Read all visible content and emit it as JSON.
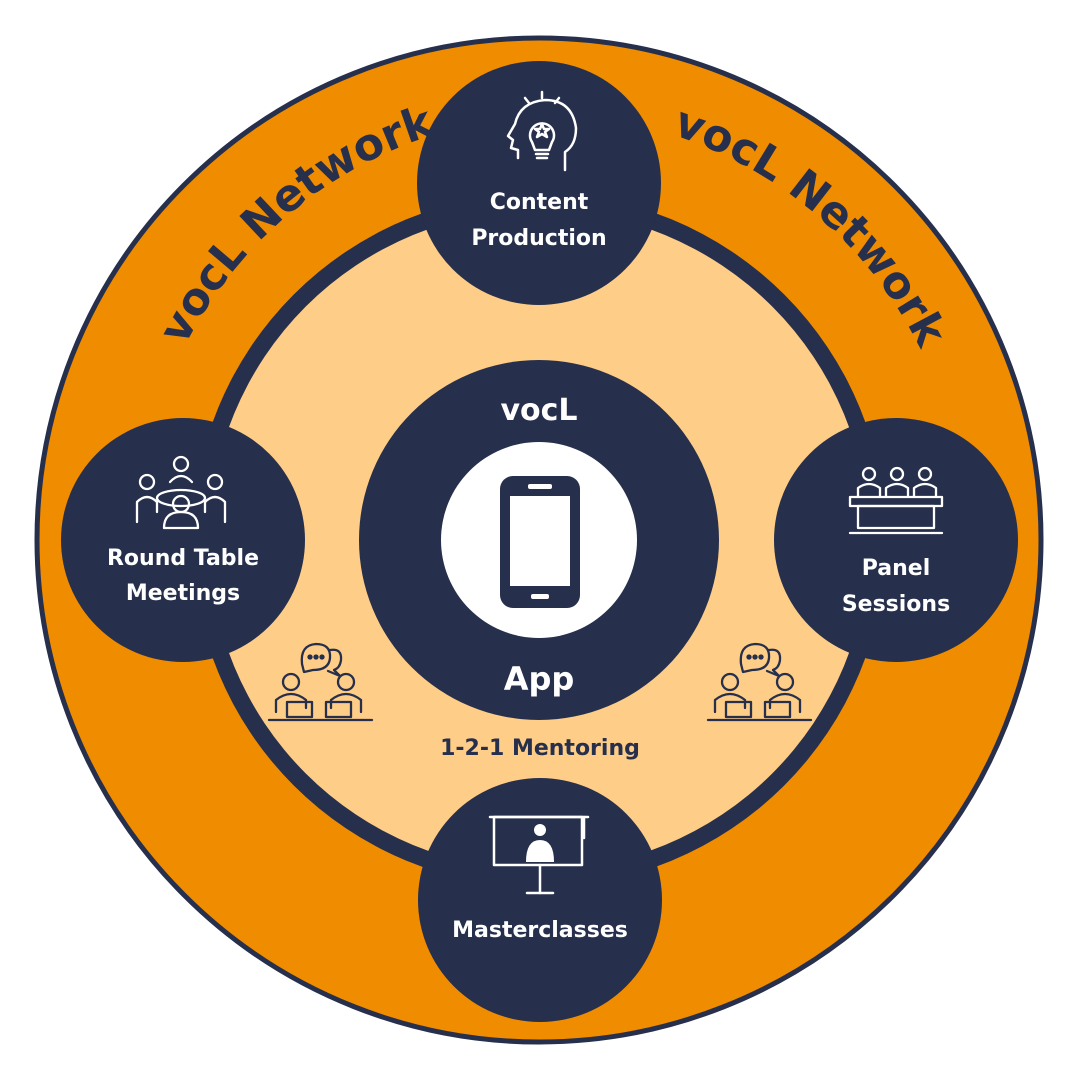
{
  "diagram": {
    "ring_label_left": "vocL Network",
    "ring_label_right": "vocL Network",
    "center": {
      "top_label": "vocL",
      "bottom_label": "App",
      "icon": "smartphone-icon"
    },
    "nodes": {
      "content": {
        "line1": "Content",
        "line2": "Production",
        "icon": "lightbulb-head-icon"
      },
      "roundtable": {
        "line1": "Round Table",
        "line2": "Meetings",
        "icon": "meeting-table-icon"
      },
      "panel": {
        "line1": "Panel",
        "line2": "Sessions",
        "icon": "panel-discussion-icon"
      },
      "masterclass": {
        "line1": "Masterclasses",
        "icon": "presentation-screen-icon"
      }
    },
    "mentoring": {
      "label": "1-2-1 Mentoring",
      "icon": "mentoring-chat-icon"
    }
  },
  "colors": {
    "navy": "#262f4c",
    "orange": "#f08c00",
    "peach": "#fecd88",
    "white": "#ffffff"
  }
}
